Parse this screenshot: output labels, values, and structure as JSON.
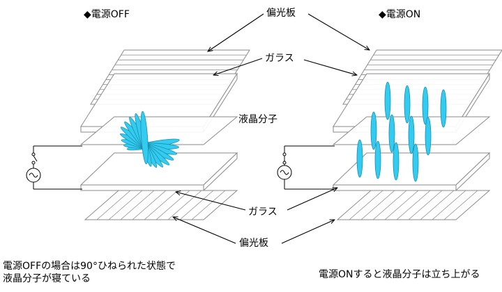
{
  "left_title": "◆電源OFF",
  "right_title": "◆電源ON",
  "label_polarizer_top": "偏光板",
  "label_glass_top": "ガラス",
  "label_liquid_crystal": "液晶分子",
  "label_glass_bottom": "ガラス",
  "label_polarizer_bottom": "偏光板",
  "caption_left_line1": "電源OFFの場合は90°ひねられた状態で",
  "caption_left_line2": "液晶分子が寝ている",
  "caption_right": "電源ONすると液晶分子は立ち上がる",
  "colors": {
    "molecule_fill": "#33ccf0",
    "molecule_stroke": "#1a8fb0",
    "layer_stroke": "#8a8a8a",
    "wire": "#000000"
  },
  "icons": [
    "ac-source-icon",
    "switch-icon"
  ]
}
